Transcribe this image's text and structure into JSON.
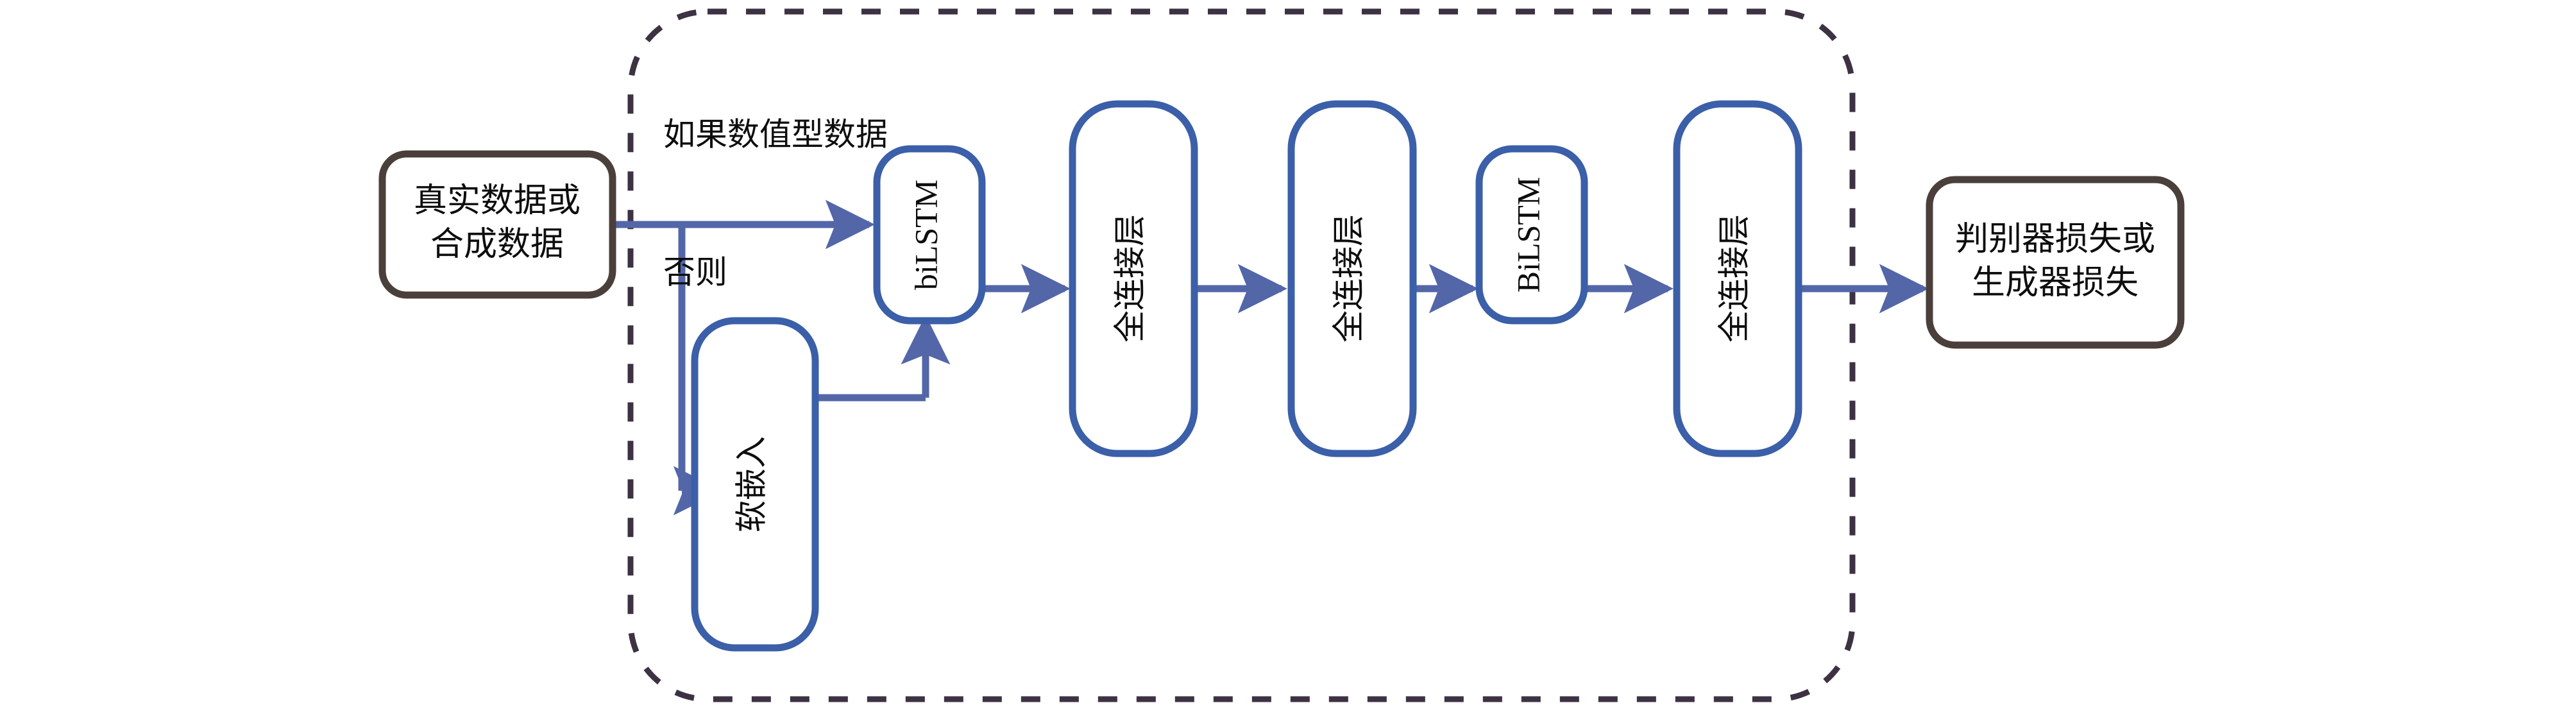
{
  "diagram": {
    "title_text_present": false,
    "colors": {
      "blue_border": "#3b5fa8",
      "dark_border": "#4a3f3a",
      "arrow": "#5366a8",
      "dashed_border": "#3d3243",
      "background": "#ffffff",
      "text": "#0d0d0d"
    },
    "input_node": {
      "label_line1": "真实数据或",
      "label_line2": "合成数据"
    },
    "output_node": {
      "label_line1": "判别器损失或",
      "label_line2": "生成器损失"
    },
    "edge_labels": {
      "numeric_branch": "如果数值型数据",
      "else_branch": "否则"
    },
    "layers": [
      {
        "id": "soft-embedding",
        "label": "软嵌入",
        "orientation": "vertical"
      },
      {
        "id": "bilstm-1",
        "label": "biLSTM",
        "orientation": "vertical"
      },
      {
        "id": "fc-1",
        "label": "全连接层",
        "orientation": "vertical"
      },
      {
        "id": "fc-2",
        "label": "全连接层",
        "orientation": "vertical"
      },
      {
        "id": "bilstm-2",
        "label": "BiLSTM",
        "orientation": "vertical"
      },
      {
        "id": "fc-3",
        "label": "全连接层",
        "orientation": "vertical"
      }
    ]
  }
}
